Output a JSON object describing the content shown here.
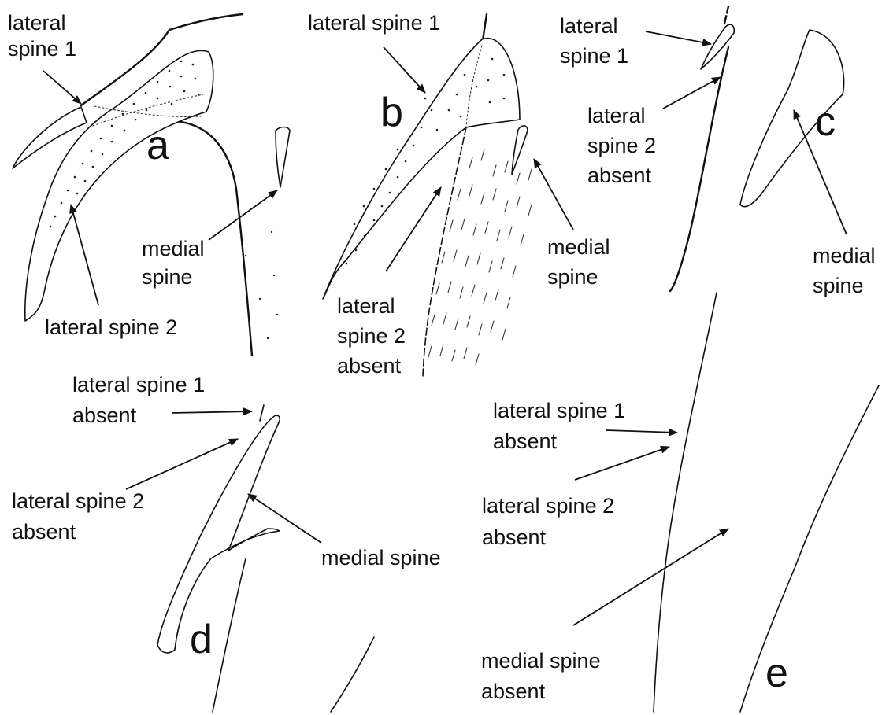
{
  "panels": {
    "a": {
      "letter": "a",
      "lateral_spine_1": [
        "lateral",
        "spine 1"
      ],
      "lateral_spine_2": "lateral spine 2",
      "medial_spine": [
        "medial",
        "spine"
      ]
    },
    "b": {
      "letter": "b",
      "lateral_spine_1": "lateral spine 1",
      "lateral_spine_2": [
        "lateral",
        "spine 2",
        "absent"
      ],
      "medial_spine": [
        "medial",
        "spine"
      ]
    },
    "c": {
      "letter": "c",
      "lateral_spine_1": [
        "lateral",
        "spine 1"
      ],
      "lateral_spine_2": [
        "lateral",
        "spine 2",
        "absent"
      ],
      "medial_spine": [
        "medial",
        "spine"
      ]
    },
    "d": {
      "letter": "d",
      "lateral_spine_1": [
        "lateral spine 1",
        "absent"
      ],
      "lateral_spine_2": [
        "lateral spine 2",
        "absent"
      ],
      "medial_spine": "medial spine"
    },
    "e": {
      "letter": "e",
      "lateral_spine_1": [
        "lateral spine 1",
        "absent"
      ],
      "lateral_spine_2": [
        "lateral spine 2",
        "absent"
      ],
      "medial_spine": [
        "medial spine",
        "absent"
      ]
    }
  }
}
